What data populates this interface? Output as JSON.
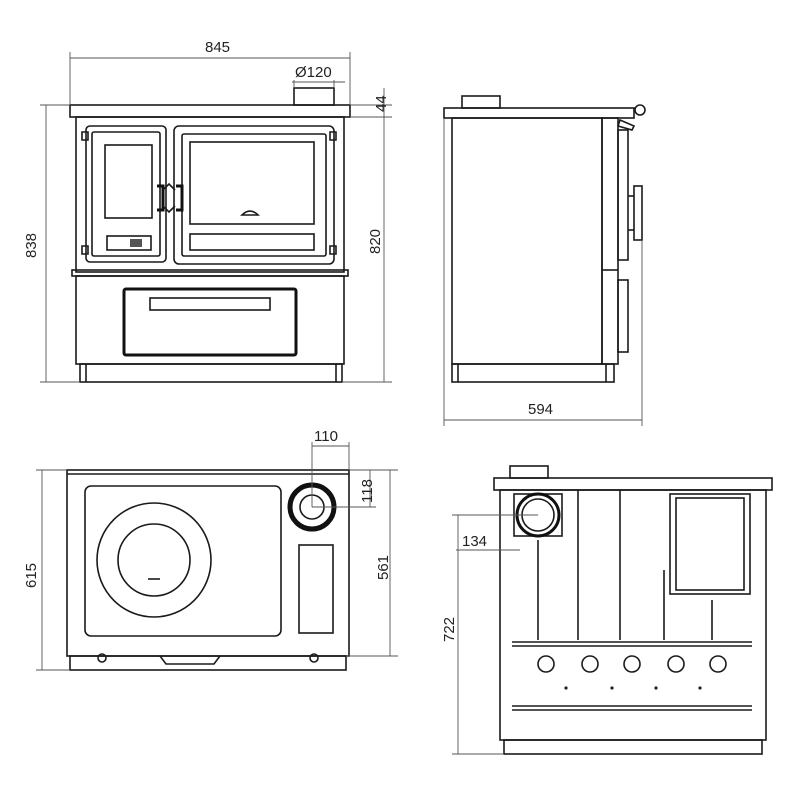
{
  "colors": {
    "stroke": "#1a1a1a",
    "dimension": "#555555",
    "background": "#ffffff"
  },
  "front_view": {
    "width_label": "845",
    "height_label": "838",
    "body_height_label": "820",
    "top_label": "44",
    "flue_label": "Ø120"
  },
  "side_view": {
    "depth_label": "594"
  },
  "top_view": {
    "depth_label": "615",
    "inner_depth_label": "561",
    "flue_offset_x_label": "110",
    "flue_offset_y_label": "118"
  },
  "back_view": {
    "height_label": "722",
    "flue_label": "134"
  }
}
